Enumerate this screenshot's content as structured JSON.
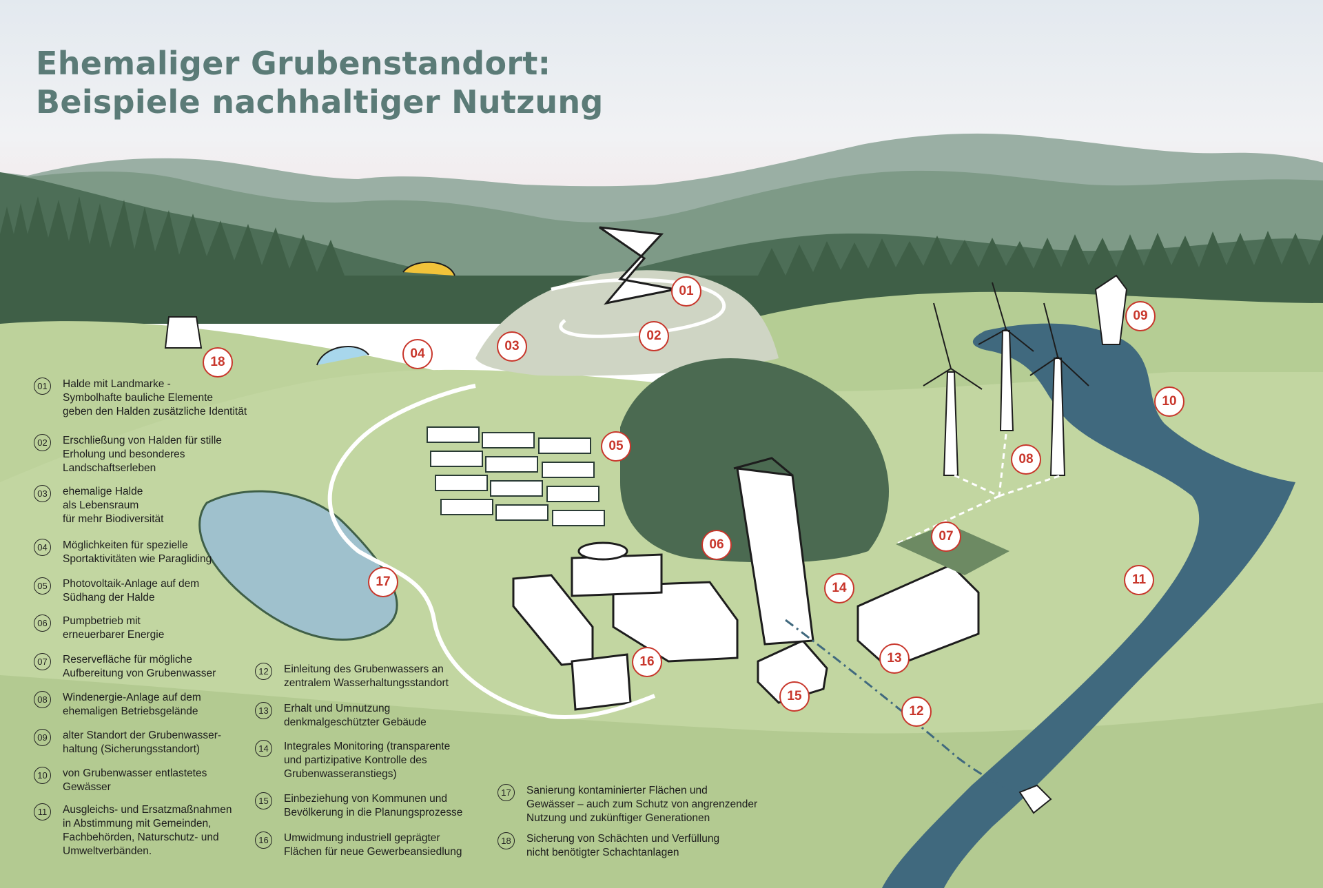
{
  "title": {
    "line1": "Ehemaliger Grubenstandort:",
    "line2": "Beispiele nachhaltiger Nutzung"
  },
  "colors": {
    "title": "#5b7b77",
    "marker": "#c8362b",
    "meadow": "#b9cf96",
    "forest_dark": "#3f5f47",
    "water": "#40697e"
  },
  "legend": [
    {
      "num": "01",
      "text": "Halde mit Landmarke -\nSymbolhafte bauliche Elemente\ngeben den Halden zusätzliche Identität"
    },
    {
      "num": "02",
      "text": "Erschließung von Halden für stille\nErholung und besonderes\nLandschaftserleben"
    },
    {
      "num": "03",
      "text": "ehemalige Halde\nals Lebensraum\nfür mehr Biodiversität"
    },
    {
      "num": "04",
      "text": "Möglichkeiten für spezielle\nSportaktivitäten wie Paragliding"
    },
    {
      "num": "05",
      "text": "Photovoltaik-Anlage auf dem\nSüdhang der Halde"
    },
    {
      "num": "06",
      "text": "Pumpbetrieb mit\nerneuerbarer Energie"
    },
    {
      "num": "07",
      "text": "Reservefläche für mögliche\nAufbereitung von Grubenwasser"
    },
    {
      "num": "08",
      "text": "Windenergie-Anlage auf dem\nehemaligen Betriebsgelände"
    },
    {
      "num": "09",
      "text": "alter Standort der Grubenwasser-\nhaltung (Sicherungsstandort)"
    },
    {
      "num": "10",
      "text": "von Grubenwasser entlastetes\nGewässer"
    },
    {
      "num": "11",
      "text": "Ausgleichs- und Ersatzmaßnahmen\nin Abstimmung mit Gemeinden,\nFachbehörden, Naturschutz- und\nUmweltverbänden."
    },
    {
      "num": "12",
      "text": "Einleitung des Grubenwassers an\nzentralem Wasserhaltungsstandort"
    },
    {
      "num": "13",
      "text": "Erhalt und Umnutzung\ndenkmalgeschützter Gebäude"
    },
    {
      "num": "14",
      "text": "Integrales Monitoring (transparente\nund partizipative Kontrolle des\nGrubenwasseranstiegs)"
    },
    {
      "num": "15",
      "text": "Einbeziehung von Kommunen und\nBevölkerung in die Planungsprozesse"
    },
    {
      "num": "16",
      "text": "Umwidmung industriell geprägter\nFlächen für neue Gewerbeansiedlung"
    },
    {
      "num": "17",
      "text": "Sanierung kontaminierter Flächen und\nGewässer – auch zum Schutz von angrenzender\nNutzung und zukünftiger Generationen"
    },
    {
      "num": "18",
      "text": "Sicherung von Schächten und Verfüllung\nnicht benötigter Schachtanlagen"
    }
  ],
  "markers": [
    "01",
    "02",
    "03",
    "04",
    "05",
    "06",
    "07",
    "08",
    "09",
    "10",
    "11",
    "12",
    "13",
    "14",
    "15",
    "16",
    "17",
    "18"
  ]
}
